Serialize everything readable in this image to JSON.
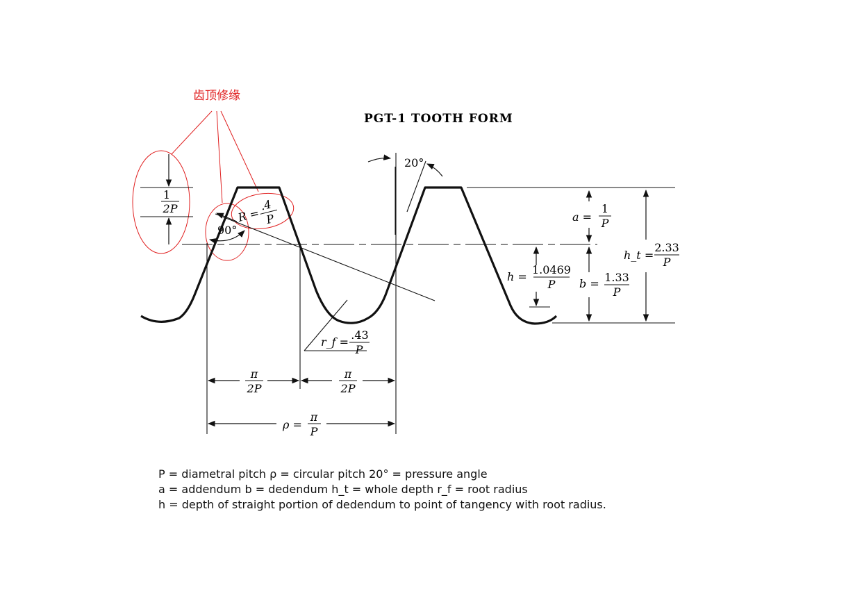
{
  "annotation": {
    "label": "齿顶修缘",
    "color": "#e02020"
  },
  "title": "PGT-1 TOOTH FORM",
  "angles": {
    "pressure": "20°",
    "right": "90°"
  },
  "fractions": {
    "tip_relief": {
      "num": "1",
      "den": "2P"
    },
    "tip_radius": {
      "lhs": "R =",
      "num": ".4",
      "den": "P"
    },
    "addendum": {
      "lhs": "a =",
      "num": "1",
      "den": "P"
    },
    "dedendum": {
      "lhs": "b =",
      "num": "1.33",
      "den": "P"
    },
    "whole_depth": {
      "lhs": "h_t =",
      "num": "2.33",
      "den": "P"
    },
    "straight_depth": {
      "lhs": "h =",
      "num": "1.0469",
      "den": "P"
    },
    "root_radius": {
      "lhs": "r_f =",
      "num": ".43",
      "den": "P"
    },
    "half_pitch_1": {
      "num": "π",
      "den": "2P"
    },
    "half_pitch_2": {
      "num": "π",
      "den": "2P"
    },
    "circular_pitch": {
      "lhs": "ρ =",
      "num": "π",
      "den": "P"
    }
  },
  "legend": {
    "line1": "P = diametral pitch    ρ = circular pitch    20° = pressure angle",
    "line2": "a = addendum    b = dedendum    h_t = whole depth    r_f = root radius",
    "line3": "h = depth of straight portion of dedendum to point of tangency with root radius."
  }
}
